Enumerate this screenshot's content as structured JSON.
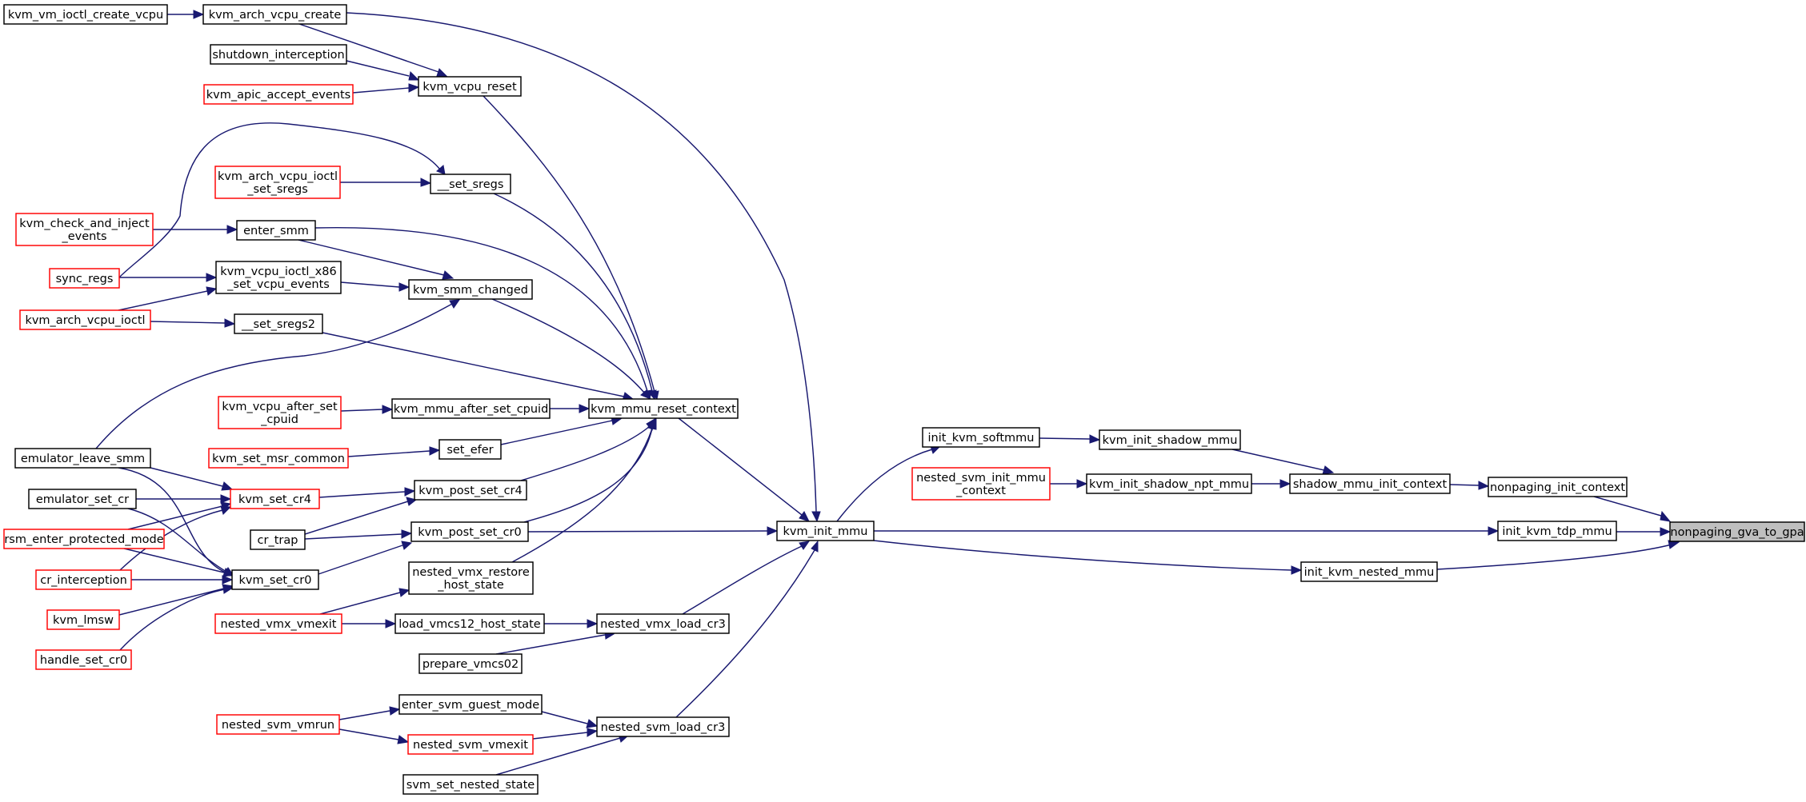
{
  "diagram": {
    "nodes": [
      {
        "id": "nonpaging_gva_to_gpa",
        "lines": [
          "nonpaging_gva_to_gpa"
        ],
        "style": "highlight"
      },
      {
        "id": "nonpaging_init_context",
        "lines": [
          "nonpaging_init_context"
        ],
        "style": "black"
      },
      {
        "id": "init_kvm_tdp_mmu",
        "lines": [
          "init_kvm_tdp_mmu"
        ],
        "style": "black"
      },
      {
        "id": "init_kvm_nested_mmu",
        "lines": [
          "init_kvm_nested_mmu"
        ],
        "style": "black"
      },
      {
        "id": "shadow_mmu_init_context",
        "lines": [
          "shadow_mmu_init_context"
        ],
        "style": "black"
      },
      {
        "id": "kvm_init_shadow_mmu",
        "lines": [
          "kvm_init_shadow_mmu"
        ],
        "style": "black"
      },
      {
        "id": "kvm_init_shadow_npt_mmu",
        "lines": [
          "kvm_init_shadow_npt_mmu"
        ],
        "style": "black"
      },
      {
        "id": "init_kvm_softmmu",
        "lines": [
          "init_kvm_softmmu"
        ],
        "style": "black"
      },
      {
        "id": "nested_svm_init_mmu_context",
        "lines": [
          "nested_svm_init_mmu",
          "_context"
        ],
        "style": "red"
      },
      {
        "id": "kvm_init_mmu",
        "lines": [
          "kvm_init_mmu"
        ],
        "style": "black"
      },
      {
        "id": "kvm_mmu_reset_context",
        "lines": [
          "kvm_mmu_reset_context"
        ],
        "style": "black"
      },
      {
        "id": "kvm_post_set_cr0",
        "lines": [
          "kvm_post_set_cr0"
        ],
        "style": "black"
      },
      {
        "id": "nested_vmx_load_cr3",
        "lines": [
          "nested_vmx_load_cr3"
        ],
        "style": "black"
      },
      {
        "id": "nested_svm_load_cr3",
        "lines": [
          "nested_svm_load_cr3"
        ],
        "style": "black"
      },
      {
        "id": "kvm_arch_vcpu_create",
        "lines": [
          "kvm_arch_vcpu_create"
        ],
        "style": "black"
      },
      {
        "id": "kvm_vm_ioctl_create_vcpu",
        "lines": [
          "kvm_vm_ioctl_create_vcpu"
        ],
        "style": "black"
      },
      {
        "id": "kvm_vcpu_reset",
        "lines": [
          "kvm_vcpu_reset"
        ],
        "style": "black"
      },
      {
        "id": "shutdown_interception",
        "lines": [
          "shutdown_interception"
        ],
        "style": "black"
      },
      {
        "id": "kvm_apic_accept_events",
        "lines": [
          "kvm_apic_accept_events"
        ],
        "style": "red"
      },
      {
        "id": "__set_sregs",
        "lines": [
          "__set_sregs"
        ],
        "style": "black"
      },
      {
        "id": "kvm_arch_vcpu_ioctl_set_sregs",
        "lines": [
          "kvm_arch_vcpu_ioctl",
          "_set_sregs"
        ],
        "style": "red"
      },
      {
        "id": "enter_smm",
        "lines": [
          "enter_smm"
        ],
        "style": "black"
      },
      {
        "id": "kvm_check_and_inject_events",
        "lines": [
          "kvm_check_and_inject",
          "_events"
        ],
        "style": "red"
      },
      {
        "id": "sync_regs",
        "lines": [
          "sync_regs"
        ],
        "style": "red"
      },
      {
        "id": "kvm_vcpu_ioctl_x86_set_vcpu_events",
        "lines": [
          "kvm_vcpu_ioctl_x86",
          "_set_vcpu_events"
        ],
        "style": "black"
      },
      {
        "id": "kvm_smm_changed",
        "lines": [
          "kvm_smm_changed"
        ],
        "style": "black"
      },
      {
        "id": "kvm_arch_vcpu_ioctl",
        "lines": [
          "kvm_arch_vcpu_ioctl"
        ],
        "style": "red"
      },
      {
        "id": "__set_sregs2",
        "lines": [
          "__set_sregs2"
        ],
        "style": "black"
      },
      {
        "id": "kvm_mmu_after_set_cpuid",
        "lines": [
          "kvm_mmu_after_set_cpuid"
        ],
        "style": "black"
      },
      {
        "id": "kvm_vcpu_after_set_cpuid",
        "lines": [
          "kvm_vcpu_after_set",
          "_cpuid"
        ],
        "style": "red"
      },
      {
        "id": "set_efer",
        "lines": [
          "set_efer"
        ],
        "style": "black"
      },
      {
        "id": "kvm_set_msr_common",
        "lines": [
          "kvm_set_msr_common"
        ],
        "style": "red"
      },
      {
        "id": "kvm_post_set_cr4",
        "lines": [
          "kvm_post_set_cr4"
        ],
        "style": "black"
      },
      {
        "id": "kvm_set_cr4",
        "lines": [
          "kvm_set_cr4"
        ],
        "style": "red"
      },
      {
        "id": "emulator_leave_smm",
        "lines": [
          "emulator_leave_smm"
        ],
        "style": "black"
      },
      {
        "id": "emulator_set_cr",
        "lines": [
          "emulator_set_cr"
        ],
        "style": "black"
      },
      {
        "id": "rsm_enter_protected_mode",
        "lines": [
          "rsm_enter_protected_mode"
        ],
        "style": "red"
      },
      {
        "id": "cr_trap",
        "lines": [
          "cr_trap"
        ],
        "style": "black"
      },
      {
        "id": "kvm_set_cr0",
        "lines": [
          "kvm_set_cr0"
        ],
        "style": "black"
      },
      {
        "id": "cr_interception",
        "lines": [
          "cr_interception"
        ],
        "style": "red"
      },
      {
        "id": "kvm_lmsw",
        "lines": [
          "kvm_lmsw"
        ],
        "style": "red"
      },
      {
        "id": "handle_set_cr0",
        "lines": [
          "handle_set_cr0"
        ],
        "style": "red"
      },
      {
        "id": "nested_vmx_restore_host_state",
        "lines": [
          "nested_vmx_restore",
          "_host_state"
        ],
        "style": "black"
      },
      {
        "id": "nested_vmx_vmexit",
        "lines": [
          "nested_vmx_vmexit"
        ],
        "style": "red"
      },
      {
        "id": "load_vmcs12_host_state",
        "lines": [
          "load_vmcs12_host_state"
        ],
        "style": "black"
      },
      {
        "id": "prepare_vmcs02",
        "lines": [
          "prepare_vmcs02"
        ],
        "style": "black"
      },
      {
        "id": "enter_svm_guest_mode",
        "lines": [
          "enter_svm_guest_mode"
        ],
        "style": "black"
      },
      {
        "id": "nested_svm_vmrun",
        "lines": [
          "nested_svm_vmrun"
        ],
        "style": "red"
      },
      {
        "id": "nested_svm_vmexit",
        "lines": [
          "nested_svm_vmexit"
        ],
        "style": "red"
      },
      {
        "id": "svm_set_nested_state",
        "lines": [
          "svm_set_nested_state"
        ],
        "style": "black"
      }
    ],
    "edges": [
      {
        "from": "nonpaging_init_context",
        "to": "nonpaging_gva_to_gpa"
      },
      {
        "from": "init_kvm_tdp_mmu",
        "to": "nonpaging_gva_to_gpa"
      },
      {
        "from": "init_kvm_nested_mmu",
        "to": "nonpaging_gva_to_gpa"
      },
      {
        "from": "shadow_mmu_init_context",
        "to": "nonpaging_init_context"
      },
      {
        "from": "kvm_init_shadow_mmu",
        "to": "shadow_mmu_init_context"
      },
      {
        "from": "kvm_init_shadow_npt_mmu",
        "to": "shadow_mmu_init_context"
      },
      {
        "from": "init_kvm_softmmu",
        "to": "kvm_init_shadow_mmu"
      },
      {
        "from": "nested_svm_init_mmu_context",
        "to": "kvm_init_shadow_npt_mmu"
      },
      {
        "from": "kvm_init_mmu",
        "to": "init_kvm_softmmu"
      },
      {
        "from": "kvm_init_mmu",
        "to": "init_kvm_tdp_mmu"
      },
      {
        "from": "kvm_init_mmu",
        "to": "init_kvm_nested_mmu"
      },
      {
        "from": "kvm_mmu_reset_context",
        "to": "kvm_init_mmu"
      },
      {
        "from": "kvm_post_set_cr0",
        "to": "kvm_init_mmu"
      },
      {
        "from": "nested_vmx_load_cr3",
        "to": "kvm_init_mmu"
      },
      {
        "from": "nested_svm_load_cr3",
        "to": "kvm_init_mmu"
      },
      {
        "from": "kvm_arch_vcpu_create",
        "to": "kvm_init_mmu"
      },
      {
        "from": "kvm_vm_ioctl_create_vcpu",
        "to": "kvm_arch_vcpu_create"
      },
      {
        "from": "kvm_arch_vcpu_create",
        "to": "kvm_vcpu_reset"
      },
      {
        "from": "shutdown_interception",
        "to": "kvm_vcpu_reset"
      },
      {
        "from": "kvm_apic_accept_events",
        "to": "kvm_vcpu_reset"
      },
      {
        "from": "kvm_vcpu_reset",
        "to": "kvm_mmu_reset_context"
      },
      {
        "from": "kvm_arch_vcpu_ioctl_set_sregs",
        "to": "__set_sregs"
      },
      {
        "from": "sync_regs",
        "to": "__set_sregs"
      },
      {
        "from": "__set_sregs",
        "to": "kvm_mmu_reset_context"
      },
      {
        "from": "kvm_check_and_inject_events",
        "to": "enter_smm"
      },
      {
        "from": "enter_smm",
        "to": "kvm_mmu_reset_context"
      },
      {
        "from": "enter_smm",
        "to": "kvm_smm_changed"
      },
      {
        "from": "sync_regs",
        "to": "kvm_vcpu_ioctl_x86_set_vcpu_events"
      },
      {
        "from": "kvm_arch_vcpu_ioctl",
        "to": "kvm_vcpu_ioctl_x86_set_vcpu_events"
      },
      {
        "from": "kvm_vcpu_ioctl_x86_set_vcpu_events",
        "to": "kvm_smm_changed"
      },
      {
        "from": "kvm_smm_changed",
        "to": "kvm_mmu_reset_context"
      },
      {
        "from": "emulator_leave_smm",
        "to": "kvm_smm_changed"
      },
      {
        "from": "kvm_arch_vcpu_ioctl",
        "to": "__set_sregs2"
      },
      {
        "from": "__set_sregs2",
        "to": "kvm_mmu_reset_context"
      },
      {
        "from": "kvm_vcpu_after_set_cpuid",
        "to": "kvm_mmu_after_set_cpuid"
      },
      {
        "from": "kvm_mmu_after_set_cpuid",
        "to": "kvm_mmu_reset_context"
      },
      {
        "from": "kvm_set_msr_common",
        "to": "set_efer"
      },
      {
        "from": "set_efer",
        "to": "kvm_mmu_reset_context"
      },
      {
        "from": "kvm_post_set_cr4",
        "to": "kvm_mmu_reset_context"
      },
      {
        "from": "kvm_post_set_cr0",
        "to": "kvm_mmu_reset_context"
      },
      {
        "from": "nested_vmx_restore_host_state",
        "to": "kvm_mmu_reset_context"
      },
      {
        "from": "kvm_set_cr4",
        "to": "kvm_post_set_cr4"
      },
      {
        "from": "cr_trap",
        "to": "kvm_post_set_cr4"
      },
      {
        "from": "cr_trap",
        "to": "kvm_post_set_cr0"
      },
      {
        "from": "kvm_set_cr0",
        "to": "kvm_post_set_cr0"
      },
      {
        "from": "emulator_leave_smm",
        "to": "kvm_set_cr4"
      },
      {
        "from": "emulator_set_cr",
        "to": "kvm_set_cr4"
      },
      {
        "from": "rsm_enter_protected_mode",
        "to": "kvm_set_cr4"
      },
      {
        "from": "cr_interception",
        "to": "kvm_set_cr4"
      },
      {
        "from": "emulator_leave_smm",
        "to": "kvm_set_cr0"
      },
      {
        "from": "emulator_set_cr",
        "to": "kvm_set_cr0"
      },
      {
        "from": "rsm_enter_protected_mode",
        "to": "kvm_set_cr0"
      },
      {
        "from": "cr_interception",
        "to": "kvm_set_cr0"
      },
      {
        "from": "kvm_lmsw",
        "to": "kvm_set_cr0"
      },
      {
        "from": "handle_set_cr0",
        "to": "kvm_set_cr0"
      },
      {
        "from": "nested_vmx_vmexit",
        "to": "nested_vmx_restore_host_state"
      },
      {
        "from": "nested_vmx_vmexit",
        "to": "load_vmcs12_host_state"
      },
      {
        "from": "load_vmcs12_host_state",
        "to": "nested_vmx_load_cr3"
      },
      {
        "from": "prepare_vmcs02",
        "to": "nested_vmx_load_cr3"
      },
      {
        "from": "nested_svm_vmrun",
        "to": "enter_svm_guest_mode"
      },
      {
        "from": "nested_svm_vmrun",
        "to": "nested_svm_vmexit"
      },
      {
        "from": "enter_svm_guest_mode",
        "to": "nested_svm_load_cr3"
      },
      {
        "from": "nested_svm_vmexit",
        "to": "nested_svm_load_cr3"
      },
      {
        "from": "svm_set_nested_state",
        "to": "nested_svm_load_cr3"
      }
    ]
  }
}
